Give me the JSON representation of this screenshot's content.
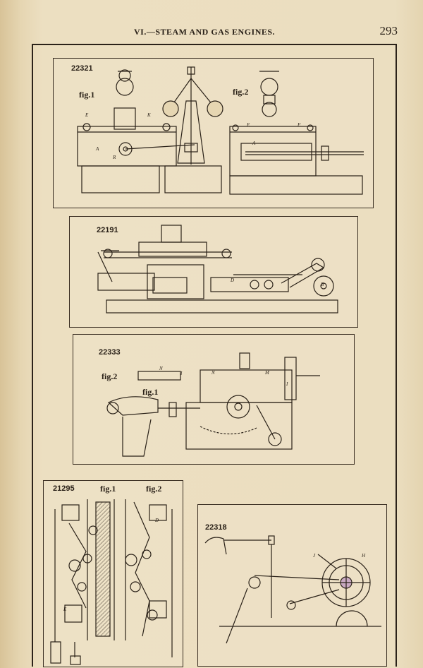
{
  "header": {
    "section_title": "VI.—STEAM AND GAS ENGINES.",
    "page_number": "293"
  },
  "plates": [
    {
      "patent_number": "22321",
      "figures": [
        "fig.1",
        "fig.2"
      ],
      "part_letters": [
        "E",
        "K",
        "A",
        "R",
        "E",
        "F",
        "A"
      ]
    },
    {
      "patent_number": "22191",
      "figures": [],
      "part_letters": [
        "D",
        "B"
      ]
    },
    {
      "patent_number": "22333",
      "figures": [
        "fig.2",
        "fig.1"
      ],
      "part_letters": [
        "N",
        "I",
        "N",
        "M",
        "I"
      ]
    },
    {
      "patent_number": "21295",
      "figures": [
        "fig.1",
        "fig.2"
      ],
      "part_letters": [
        "D",
        "E"
      ]
    },
    {
      "patent_number": "22318",
      "figures": [],
      "part_letters": [
        "J",
        "H"
      ]
    }
  ]
}
